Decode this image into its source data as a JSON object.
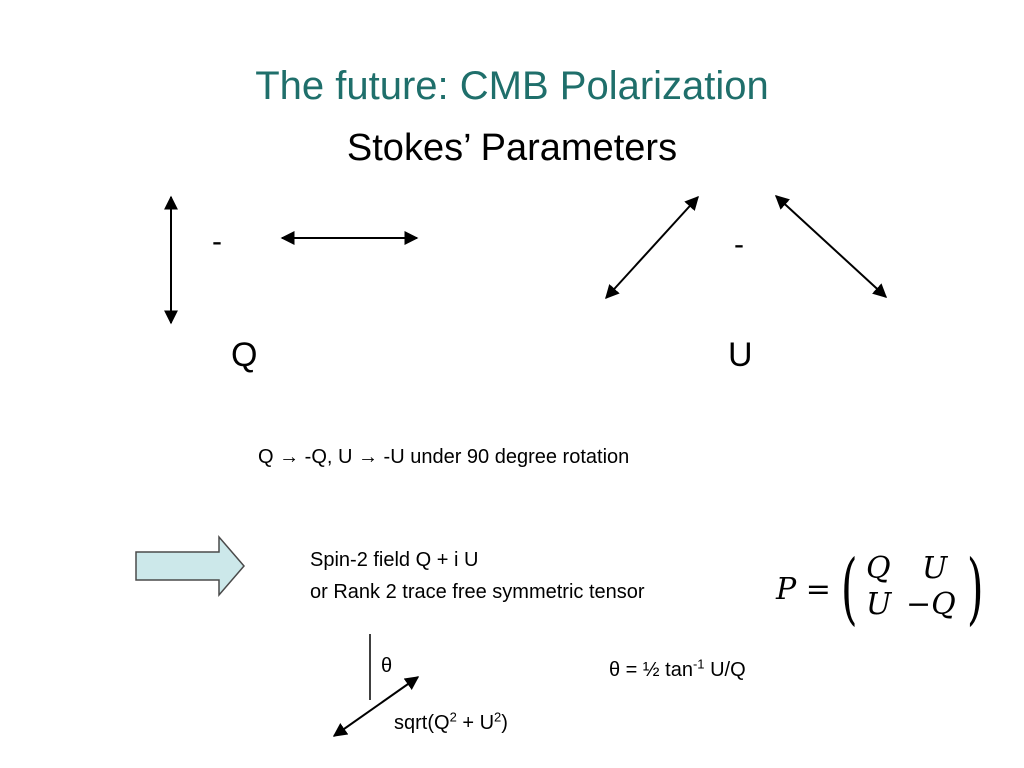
{
  "slide": {
    "title": "The future: CMB Polarization",
    "subtitle": "Stokes’ Parameters"
  },
  "diagram": {
    "q_minus": "-",
    "u_minus": "-",
    "q_label": "Q",
    "u_label": "U"
  },
  "rotation_note": "Q → -Q, U → -U under 90 degree rotation",
  "spin_text": {
    "line1": "Spin-2 field Q + i U",
    "line2": "or Rank 2 trace free symmetric tensor"
  },
  "matrix": {
    "lhs": "P =",
    "open_paren": "(",
    "close_paren": ")",
    "a11": "Q",
    "a12": "U",
    "a21": "U",
    "a22": "−Q"
  },
  "angle_diagram": {
    "theta": "θ",
    "magnitude_prefix": "sqrt(Q",
    "sup1": "2",
    "magnitude_mid": " + U",
    "sup2": "2",
    "magnitude_suffix": ")"
  },
  "theta_formula": {
    "prefix": "θ = ½ tan",
    "sup": "-1",
    "suffix": " U/Q"
  },
  "colors": {
    "title": "#1f6f6b",
    "block_arrow_fill": "#cce8ea",
    "block_arrow_stroke": "#4a4a4a"
  }
}
